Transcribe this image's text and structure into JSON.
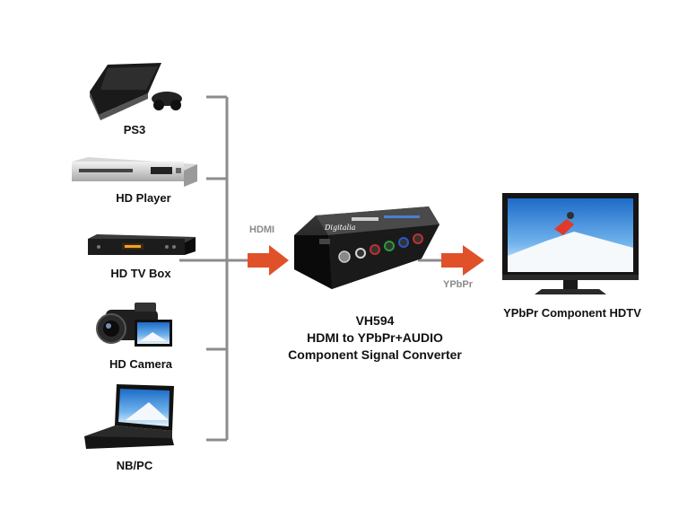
{
  "sources": [
    {
      "label": "PS3",
      "icon": "game-console-icon"
    },
    {
      "label": "HD Player",
      "icon": "dvd-player-icon"
    },
    {
      "label": "HD TV Box",
      "icon": "set-top-box-icon"
    },
    {
      "label": "HD Camera",
      "icon": "camcorder-icon"
    },
    {
      "label": "NB/PC",
      "icon": "laptop-icon"
    }
  ],
  "connections": {
    "input_label": "HDMI",
    "output_label": "YPbPr"
  },
  "converter": {
    "model": "VH594",
    "line1": "HDMI to YPbPr+AUDIO",
    "line2": "Component Signal Converter",
    "icon": "converter-box-icon",
    "brand": "Digitalia"
  },
  "display": {
    "label": "YPbPr Component HDTV",
    "icon": "hdtv-icon"
  },
  "colors": {
    "arrow": "#e0512a",
    "connector_line": "#8c8c8c"
  }
}
